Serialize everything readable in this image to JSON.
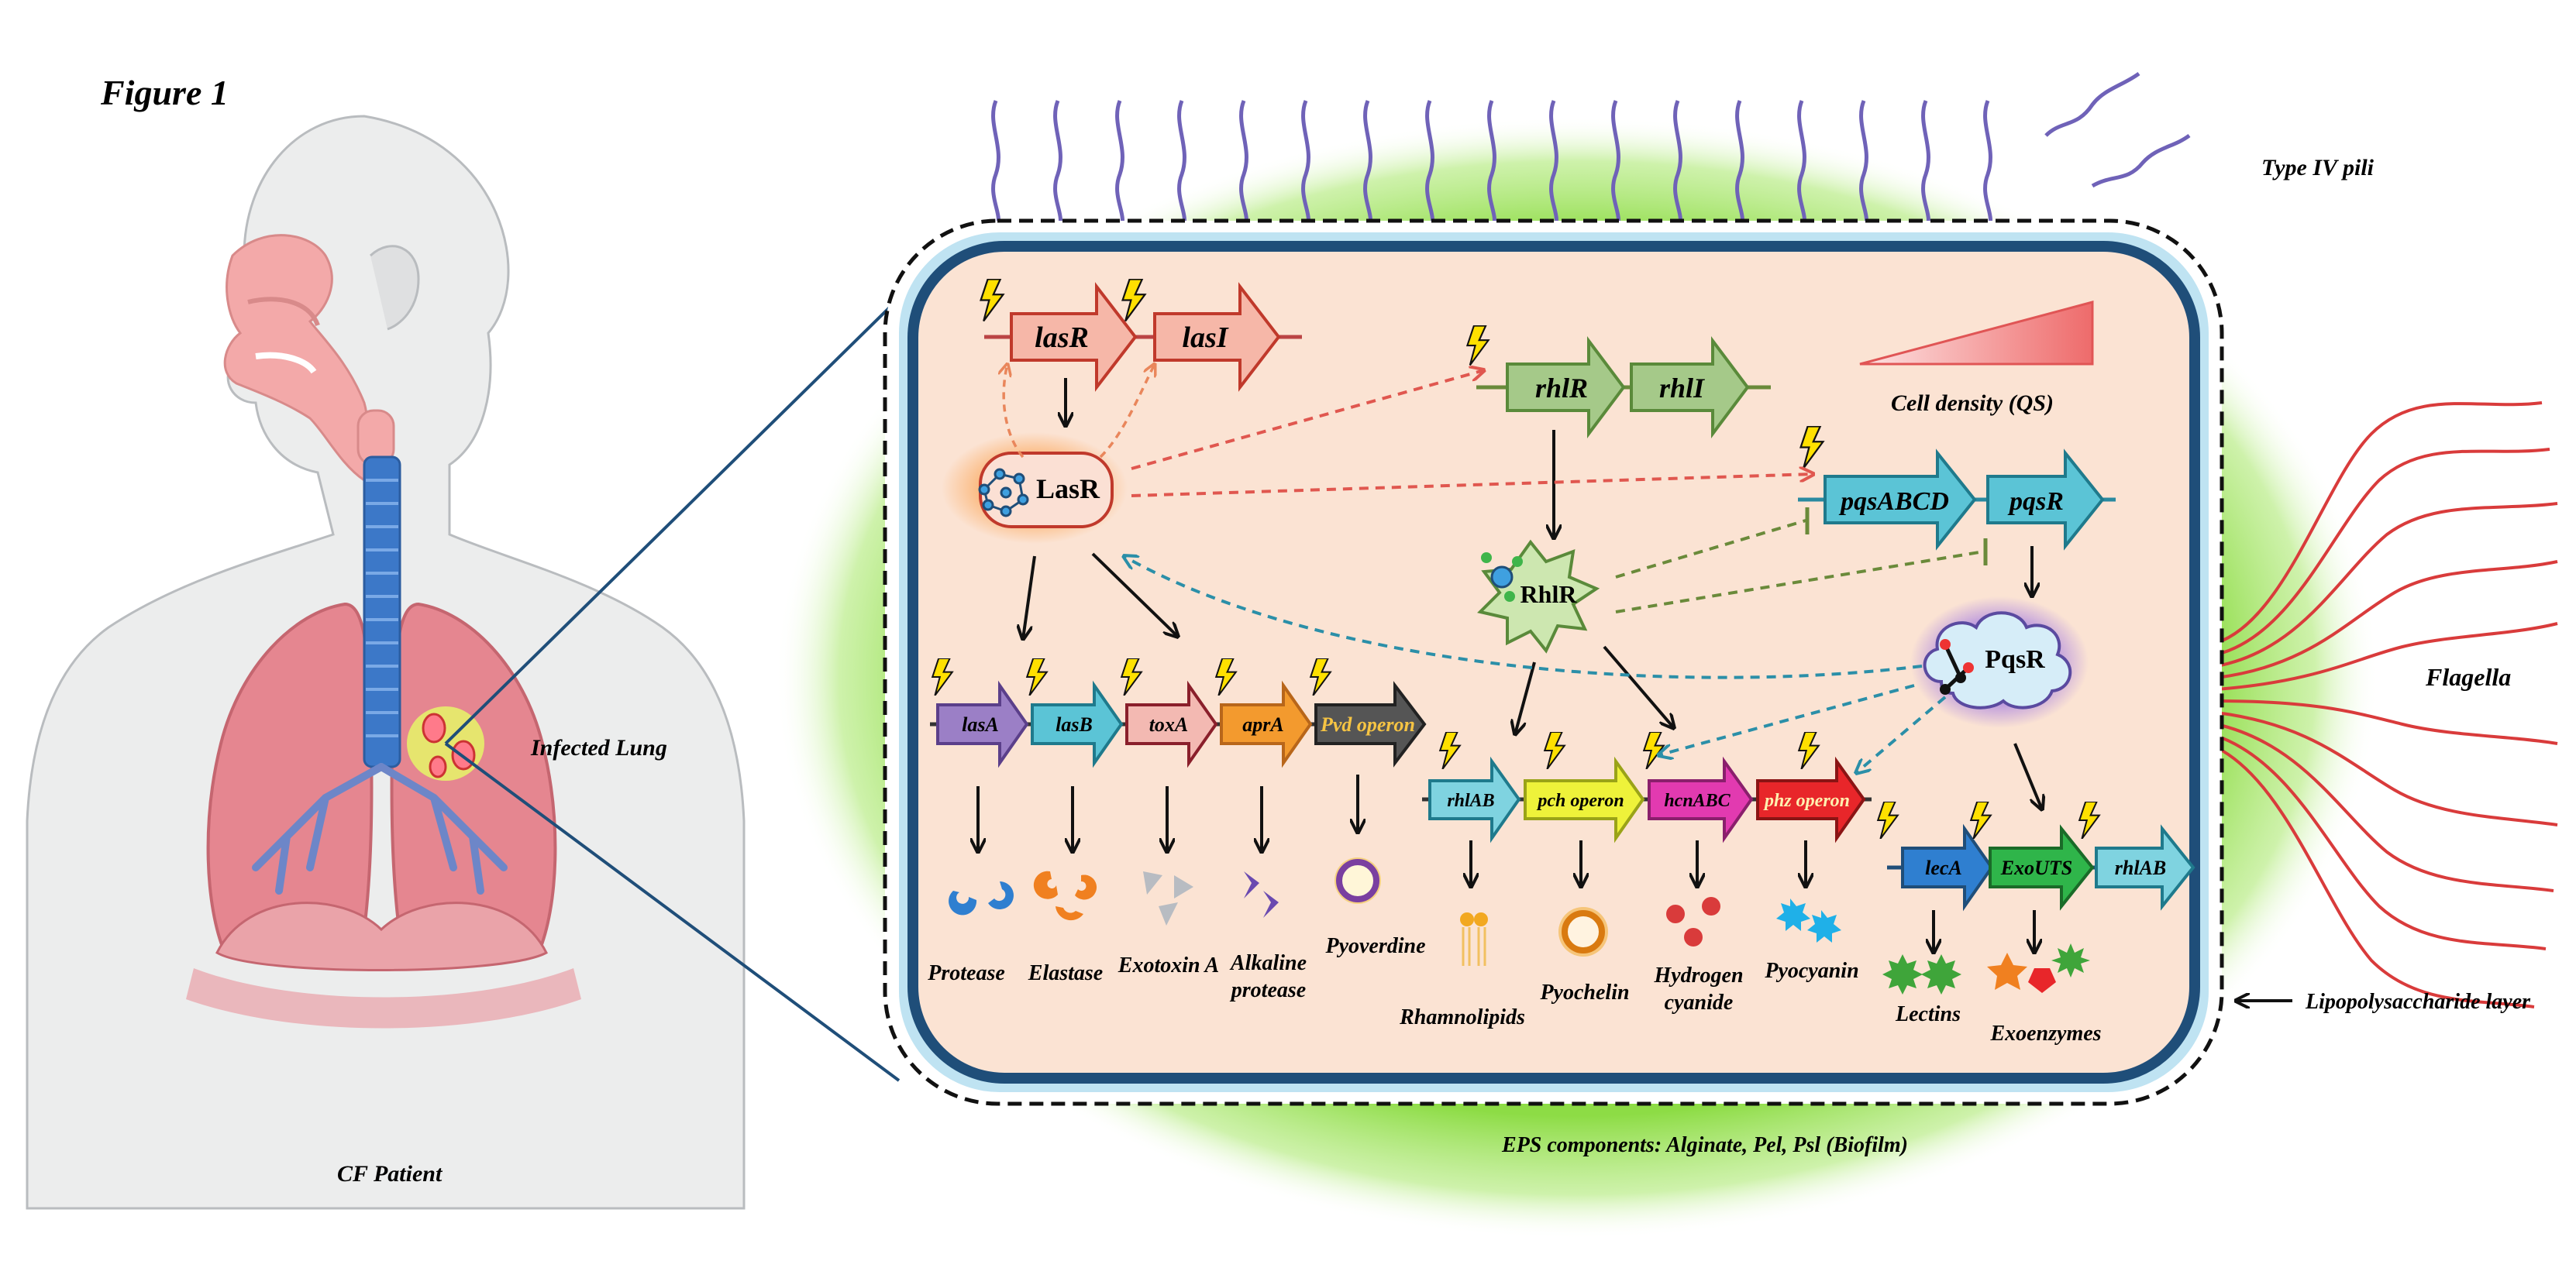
{
  "figure": {
    "label": "Figure 1",
    "patient_label": "CF Patient",
    "infected_lung_label": "Infected Lung"
  },
  "cell": {
    "pili_label": "Type IV pili",
    "flagella_label": "Flagella",
    "lps_label": "Lipopolysaccharide layer",
    "eps_label": "EPS components: Alginate, Pel, Psl (Biofilm)",
    "density_label": "Cell density (QS)"
  },
  "genes": {
    "lasR": "lasR",
    "lasI": "lasI",
    "rhlR": "rhlR",
    "rhlI": "rhlI",
    "pqsABCD": "pqsABCD",
    "pqsR": "pqsR",
    "lasA": "lasA",
    "lasB": "lasB",
    "toxA": "toxA",
    "aprA": "aprA",
    "pvd": "Pvd operon",
    "rhlAB_1": "rhlAB",
    "pch": "pch operon",
    "hcnABC": "hcnABC",
    "phz": "phz operon",
    "lecA": "lecA",
    "exoUTS": "ExoUTS",
    "rhlAB_2": "rhlAB"
  },
  "regulators": {
    "LasR": "LasR",
    "RhlR": "RhlR",
    "PqsR": "PqsR"
  },
  "products": {
    "protease": "Protease",
    "elastase": "Elastase",
    "exotoxin": "Exotoxin A",
    "alkaline_1": "Alkaline",
    "alkaline_2": "protease",
    "pyoverdine": "Pyoverdine",
    "rhamnolipids": "Rhamnolipids",
    "pyochelin": "Pyochelin",
    "hcn_1": "Hydrogen",
    "hcn_2": "cyanide",
    "pyocyanin": "Pyocyanin",
    "lectins": "Lectins",
    "exoenzymes": "Exoenzymes"
  },
  "colors": {
    "cytoplasm": "#fbe3d3",
    "membrane": "#1f4e79",
    "biofilm": "#9be25a",
    "las": "#f4b4a6",
    "rhl": "#9bc07a",
    "pqs": "#5bc4d6",
    "pqsR_cloud": "#d6c7f0"
  }
}
